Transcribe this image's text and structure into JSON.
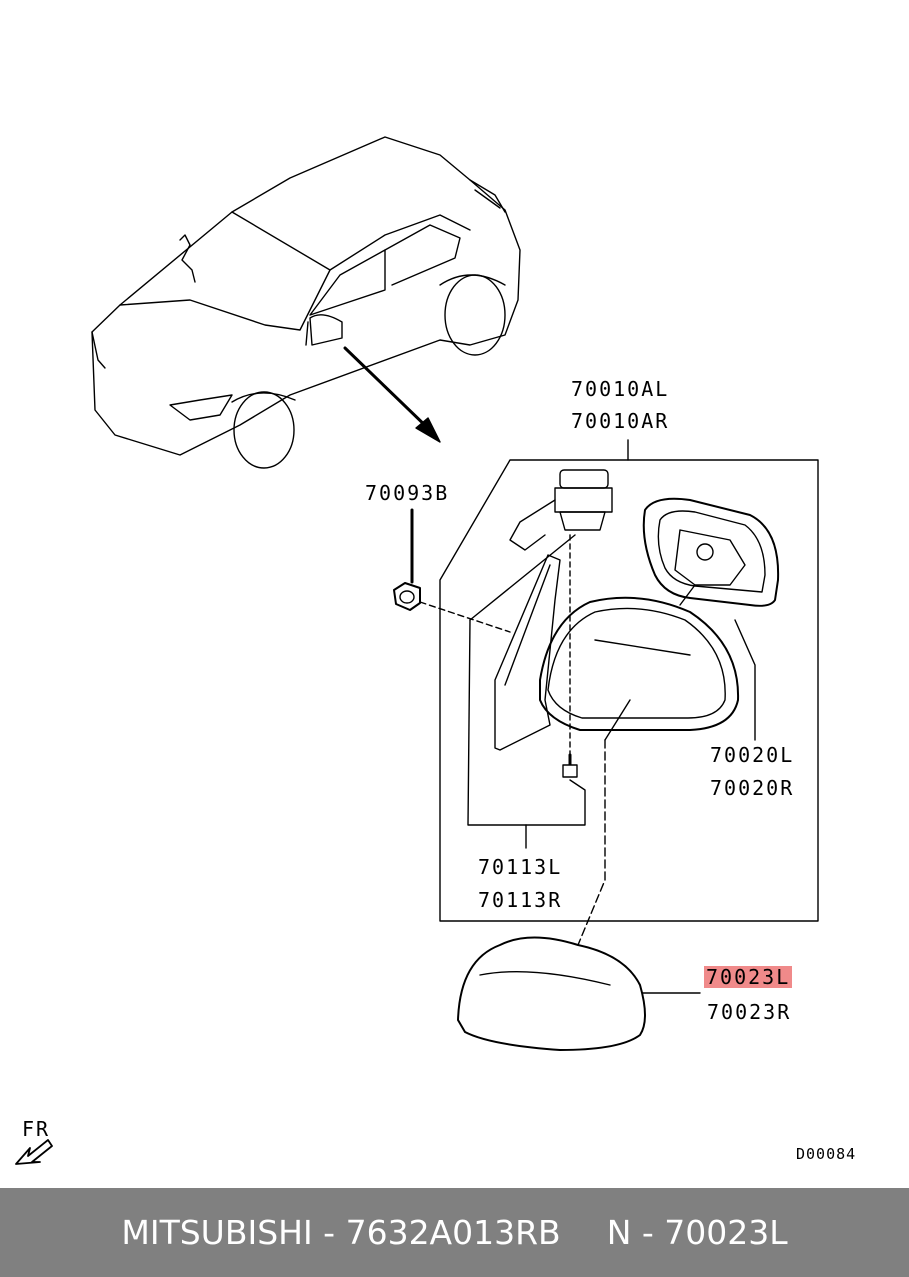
{
  "labels": {
    "assembly_l": "70010AL",
    "assembly_r": "70010AR",
    "clip": "70093B",
    "housing_l": "70020L",
    "housing_r": "70020R",
    "screw_l": "70113L",
    "screw_r": "70113R",
    "cover_l": "70023L",
    "cover_r": "70023R",
    "direction": "FR",
    "diagram_code": "D00084"
  },
  "highlight_color": "#f08a8a",
  "footer": {
    "brand_part": "MITSUBISHI - 7632A013RB",
    "position_part": "N - 70023L"
  }
}
